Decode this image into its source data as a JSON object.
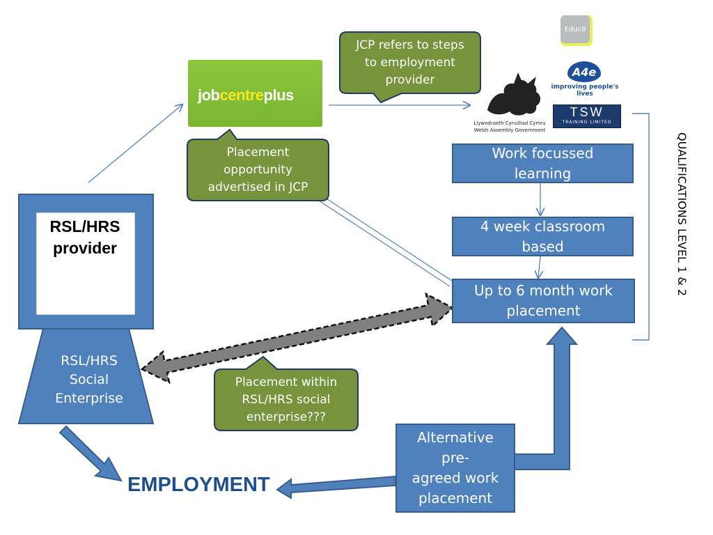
{
  "logos": {
    "jobcentre": {
      "part1": "job",
      "part2": "centre",
      "part3": "plus"
    },
    "educ8": "Educ8",
    "a4e": {
      "mark": "A4e",
      "tagline": "improving people's lives"
    },
    "tsw": {
      "name": "TSW",
      "sub": "TRAINING LIMITED"
    },
    "welsh_gov": {
      "line1": "Llywodraeth Cynulliad Cymru",
      "line2": "Welsh Assembly Government"
    }
  },
  "callouts": {
    "jcp_refers": [
      "JCP refers to steps",
      "to employment",
      "provider"
    ],
    "placement_advertised": [
      "Placement",
      "opportunity",
      "advertised in JCP"
    ],
    "placement_within": [
      "Placement within",
      "RSL/HRS social",
      "enterprise???"
    ]
  },
  "boxes": {
    "work_focussed": [
      "Work focussed",
      "learning"
    ],
    "classroom": [
      "4 week classroom",
      "based"
    ],
    "work_placement": [
      "Up to 6 month work",
      "placement"
    ],
    "alternative": [
      "Alternative pre-",
      "agreed work",
      "placement"
    ]
  },
  "provider": {
    "title_line1": "RSL/HRS",
    "title_line2": "provider",
    "social_line1": "RSL/HRS",
    "social_line2": "Social",
    "social_line3": "Enterprise"
  },
  "employment": "EMPLOYMENT",
  "qualifications": "QUALIFICATIONS LEVEL 1 & 2",
  "colors": {
    "box_blue": "#4f81bd",
    "box_border": "#385d8a",
    "callout_green": "#77933c",
    "callout_border": "#1f3864",
    "arrow_grey": "#808080",
    "employment_text": "#1f4e8c"
  }
}
